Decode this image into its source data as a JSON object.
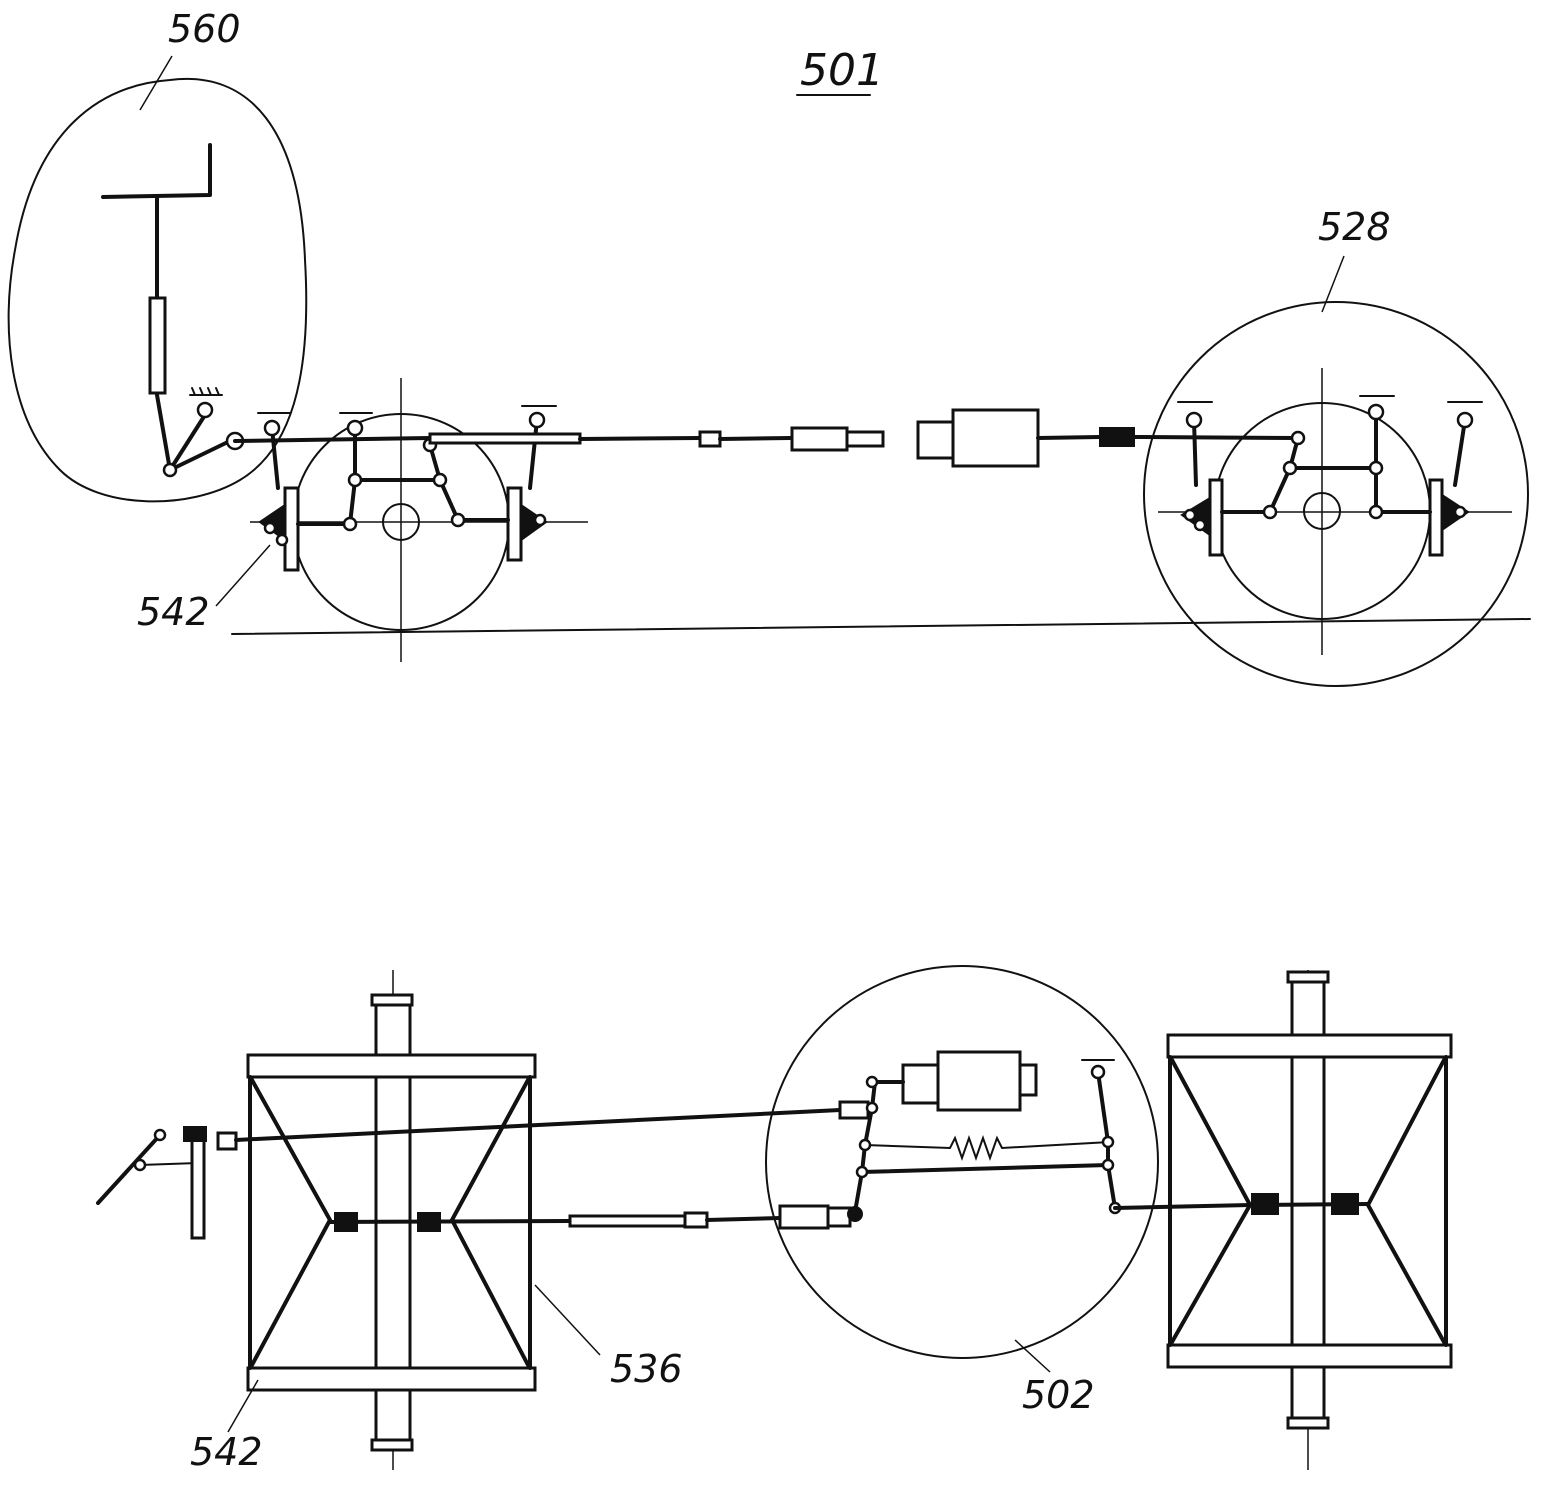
{
  "figure": {
    "title": "501",
    "labels": {
      "handbrake_detail": "560",
      "rear_axle_detail": "528",
      "brake_side_view": "542",
      "frame": "536",
      "mechanism_detail": "502",
      "brake_plan_view": "542"
    }
  },
  "colors": {
    "ink": "#111111",
    "paper": "#ffffff"
  }
}
